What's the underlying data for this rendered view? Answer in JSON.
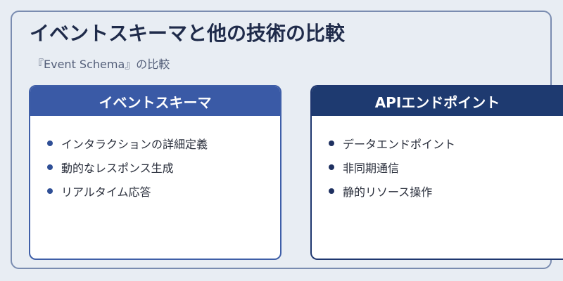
{
  "title": "イベントスキーマと他の技術の比較",
  "subtitle": "『Event Schema』の比較",
  "left_card": {
    "header": "イベントスキーマ",
    "items": [
      "インタラクションの詳細定義",
      "動的なレスポンス生成",
      "リアルタイム応答"
    ]
  },
  "right_card": {
    "header": "APIエンドポイント",
    "items": [
      "データエンドポイント",
      "非同期通信",
      "静的リソース操作"
    ]
  },
  "colors": {
    "left_header": "#3a5aa6",
    "right_header": "#1e3a70",
    "background": "#e8edf3"
  }
}
